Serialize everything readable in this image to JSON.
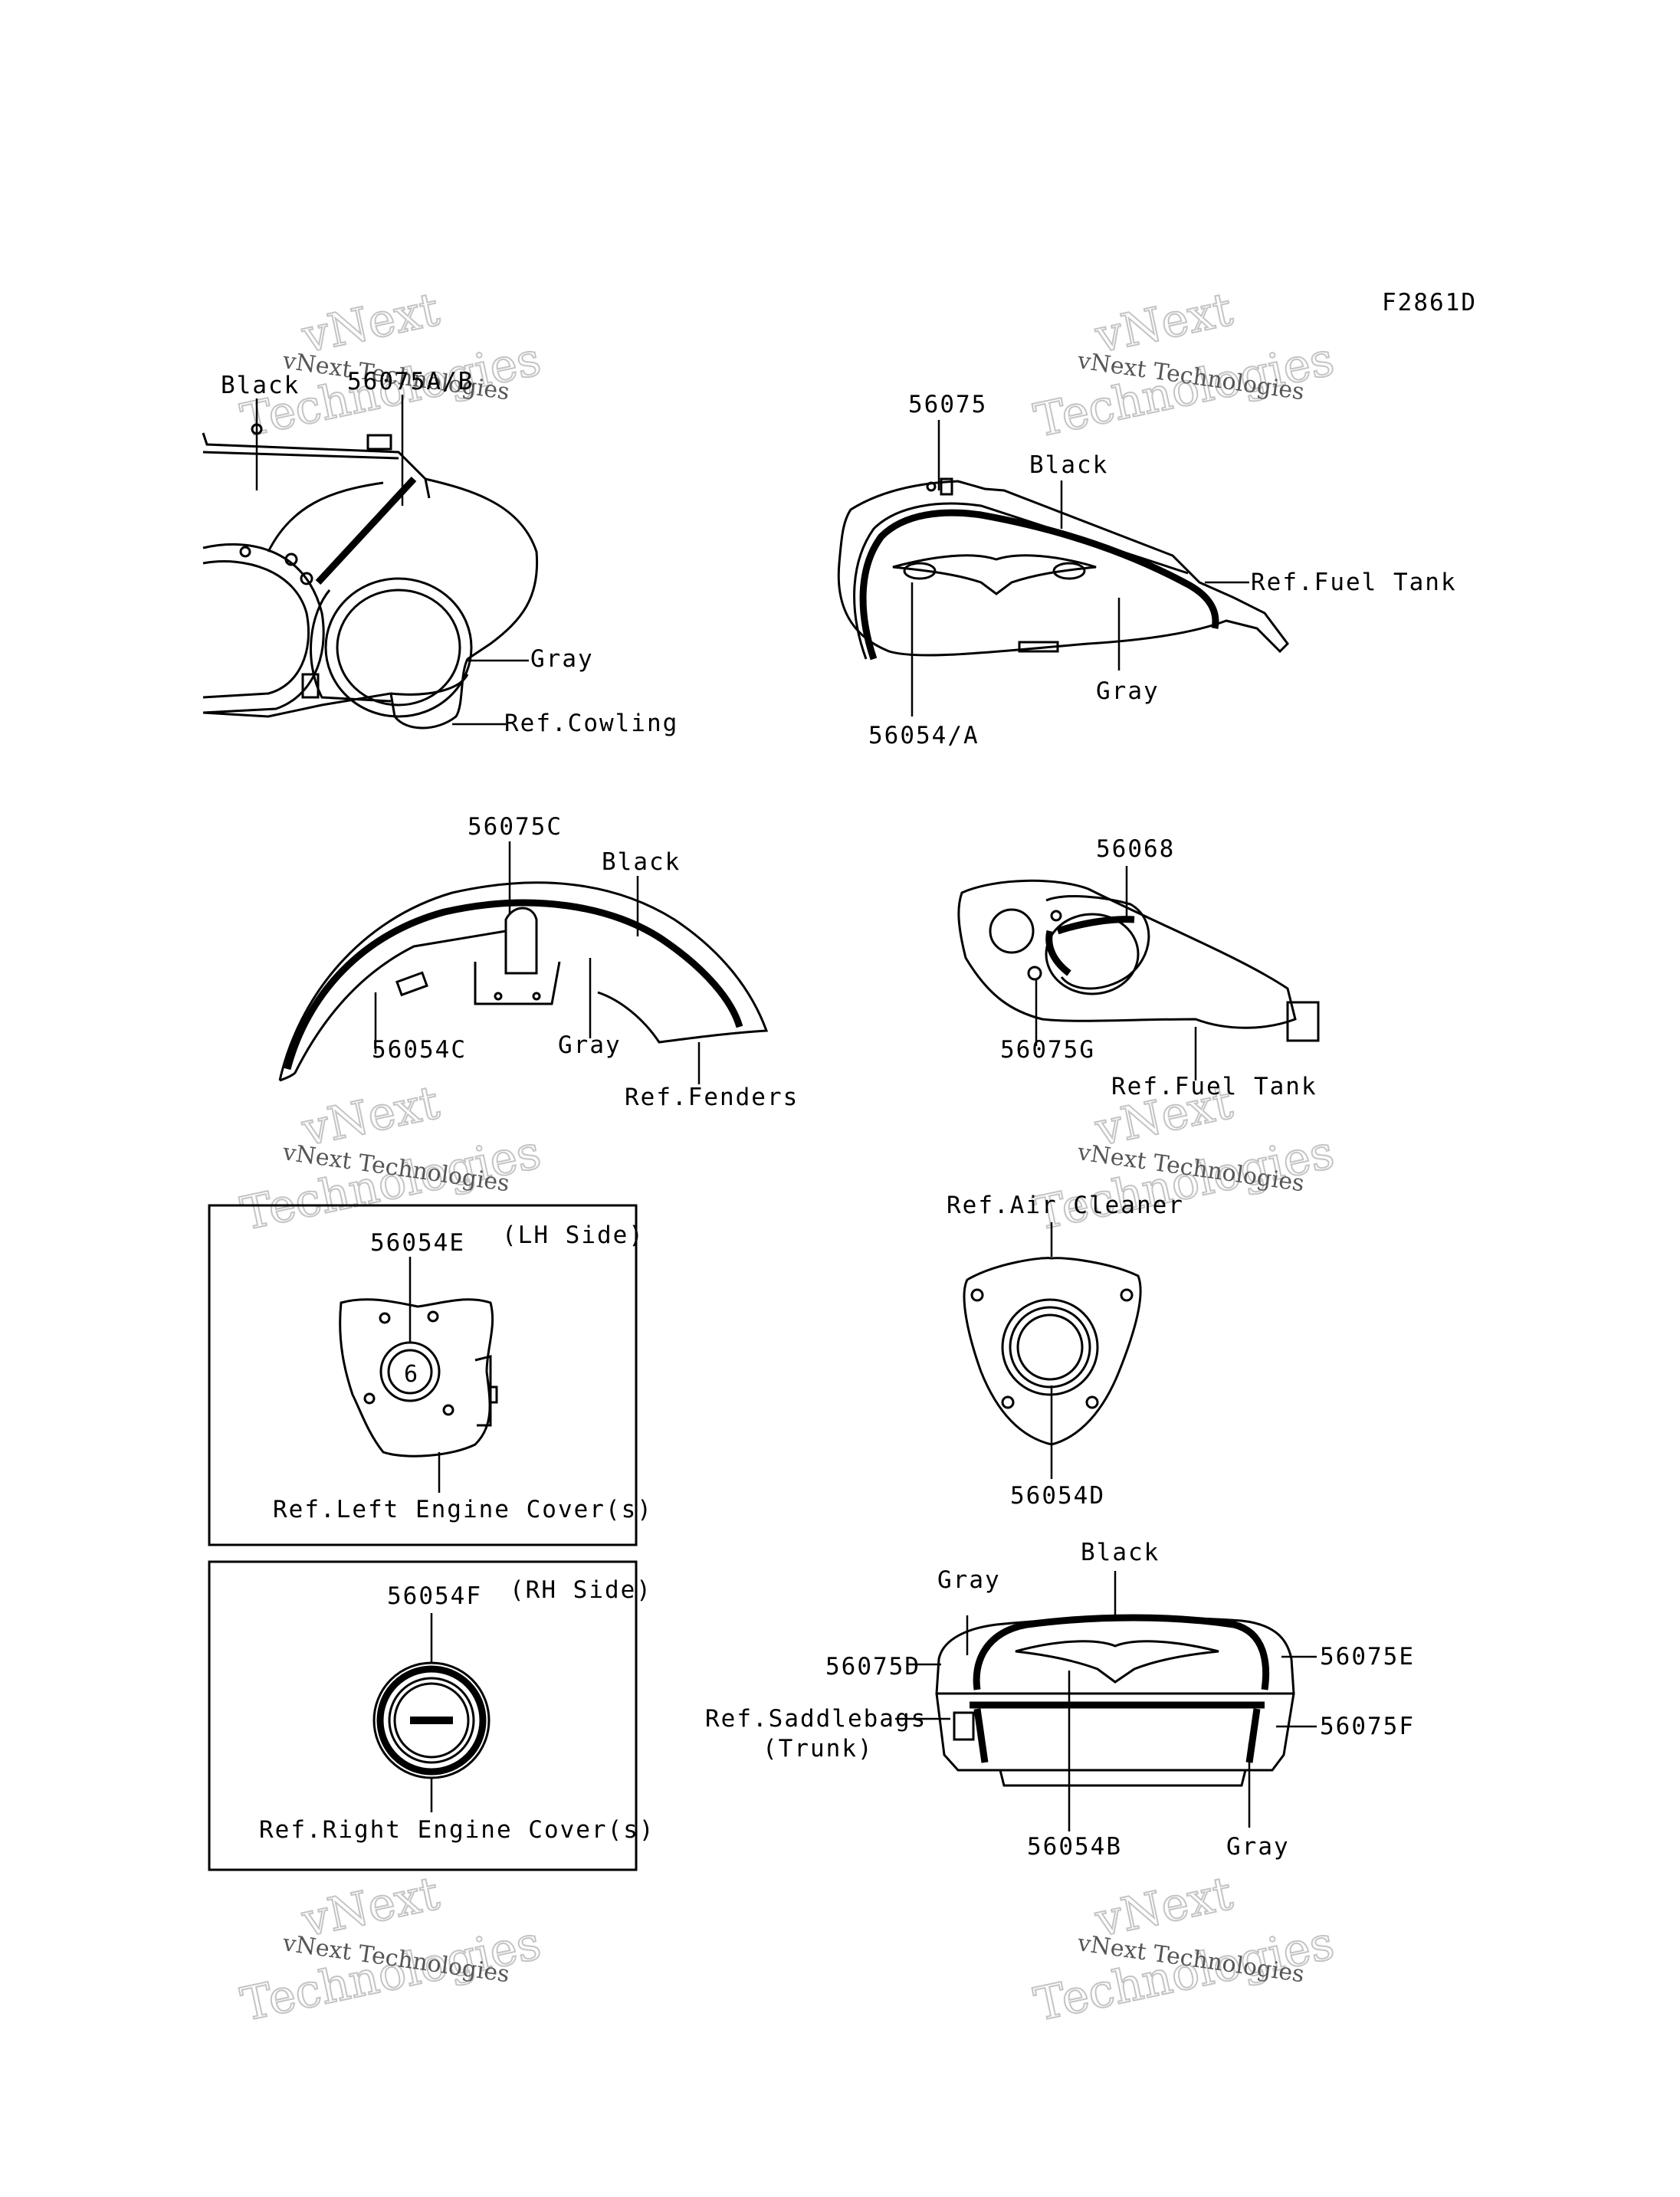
{
  "figure_code": "F2861D",
  "watermark": {
    "line1": "vNext",
    "line2": "Technologies",
    "small": "vNext Technologies"
  },
  "panels": {
    "cowling": {
      "part_number": "56075A/B",
      "color_top": "Black",
      "color_side": "Gray",
      "reference": "Ref.Cowling"
    },
    "fuel_tank": {
      "part_number": "56075",
      "color_top": "Black",
      "color_side": "Gray",
      "emblem": "56054/A",
      "reference": "Ref.Fuel Tank"
    },
    "fender": {
      "part_number": "56075C",
      "color_top": "Black",
      "color_side": "Gray",
      "emblem": "56054C",
      "reference": "Ref.Fenders"
    },
    "fuel_tank_side": {
      "part_number": "56068",
      "part_number_2": "56075G",
      "reference": "Ref.Fuel Tank"
    },
    "left_engine": {
      "side": "(LH Side)",
      "part_number": "56054E",
      "reference": "Ref.Left Engine Cover(s)"
    },
    "air_cleaner": {
      "reference": "Ref.Air Cleaner",
      "part_number": "56054D"
    },
    "right_engine": {
      "side": "(RH Side)",
      "part_number": "56054F",
      "reference": "Ref.Right Engine Cover(s)"
    },
    "saddlebag": {
      "color_top": "Black",
      "color_side_left": "Gray",
      "color_side_right": "Gray",
      "part_left": "56075D",
      "part_right_top": "56075E",
      "part_right_bottom": "56075F",
      "emblem": "56054B",
      "reference_line1": "Ref.Saddlebags",
      "reference_line2": "(Trunk)"
    }
  }
}
